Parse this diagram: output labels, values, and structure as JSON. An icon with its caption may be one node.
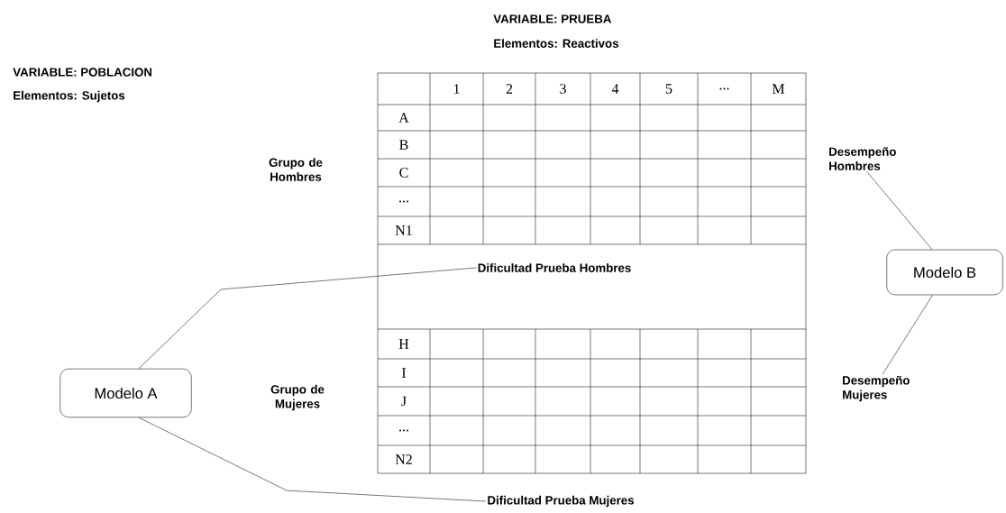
{
  "diagram": {
    "nodes": [
      {
        "text": [
          "Modelo A"
        ]
      },
      {
        "text": [
          "Modelo B"
        ]
      },
      {
        "text": [
          "Dificultad Prueba Hombres"
        ]
      },
      {
        "text": [
          "Dificultad Prueba Mujeres"
        ]
      },
      {
        "text": [
          "Desempeño Hombres"
        ]
      },
      {
        "text": [
          "Desempeño Mujeres"
        ]
      }
    ],
    "edges": [
      {
        "from": 0,
        "to": 2,
        "arrow": "none"
      },
      {
        "from": 0,
        "to": 3,
        "arrow": "none"
      },
      {
        "from": 1,
        "to": 4,
        "arrow": "none"
      },
      {
        "from": 1,
        "to": 5,
        "arrow": "none"
      }
    ],
    "labels": [
      "VARIABLE: PRUEBA",
      "Elementos: Reactivos",
      "VARIABLE: POBLACION",
      "Elementos: Sujetos",
      "1",
      "2",
      "3",
      "4",
      "5",
      "...",
      "M",
      "A",
      "B",
      "C",
      "...",
      "N1",
      "Grupo de Hombres",
      "H",
      "I",
      "J",
      "...",
      "N2",
      "Grupo de Mujeres"
    ]
  }
}
